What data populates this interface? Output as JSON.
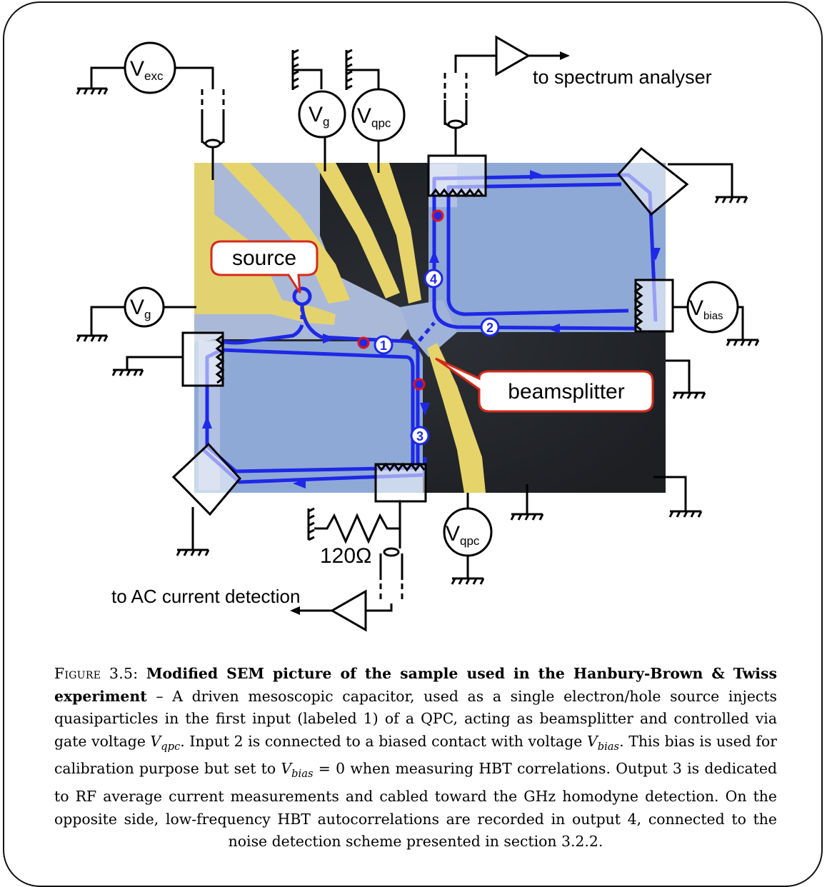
{
  "figure": {
    "labels": {
      "v_exc_main": "V",
      "v_exc_sub": "exc",
      "v_g_top_main": "V",
      "v_g_top_sub": "g",
      "v_qpc_top_main": "V",
      "v_qpc_top_sub": "qpc",
      "v_g_left_main": "V",
      "v_g_left_sub": "g",
      "v_bias_main": "V",
      "v_bias_sub": "bias",
      "v_qpc_bottom_main": "V",
      "v_qpc_bottom_sub": "qpc",
      "spectrum": "to spectrum analyser",
      "ac_detection": "to AC current detection",
      "resistor": "120Ω",
      "source_callout": "source",
      "beamsplitter_callout": "beamsplitter",
      "channel_1": "1",
      "channel_2": "2",
      "channel_3": "3",
      "channel_4": "4"
    },
    "colors": {
      "edge_channel": "#1e28e6",
      "mesa": "#8fa9d6",
      "gate_gold": "#e6d46a",
      "substrate": "#25272c",
      "callout_border": "#d42a1a",
      "marker_red": "#e0141e"
    }
  },
  "caption": {
    "label": "Figure 3.5:",
    "title": "Modified SEM picture of the sample used in the Hanbury-Brown & Twiss experiment",
    "dash": " – ",
    "text_1": "A driven mesoscopic capacitor, used as a single electron/hole source injects quasiparticles in the first input (labeled 1) of a QPC, acting as beamsplitter and controlled via gate voltage ",
    "vqpc_main": "V",
    "vqpc_sub": "qpc",
    "text_2": ". Input 2 is connected to a biased contact with voltage ",
    "vbias1_main": "V",
    "vbias1_sub": "bias",
    "text_3": ". This bias is used for calibration purpose but set to ",
    "vbias2_main": "V",
    "vbias2_sub": "bias",
    "text_4": " = 0 when measuring HBT correlations. Output 3 is dedicated to RF average current measurements and cabled toward the GHz homodyne detection. On the opposite side, low-frequency HBT autocorrelations are recorded in output 4, connected to the noise detection scheme presented in section 3.2.2."
  }
}
